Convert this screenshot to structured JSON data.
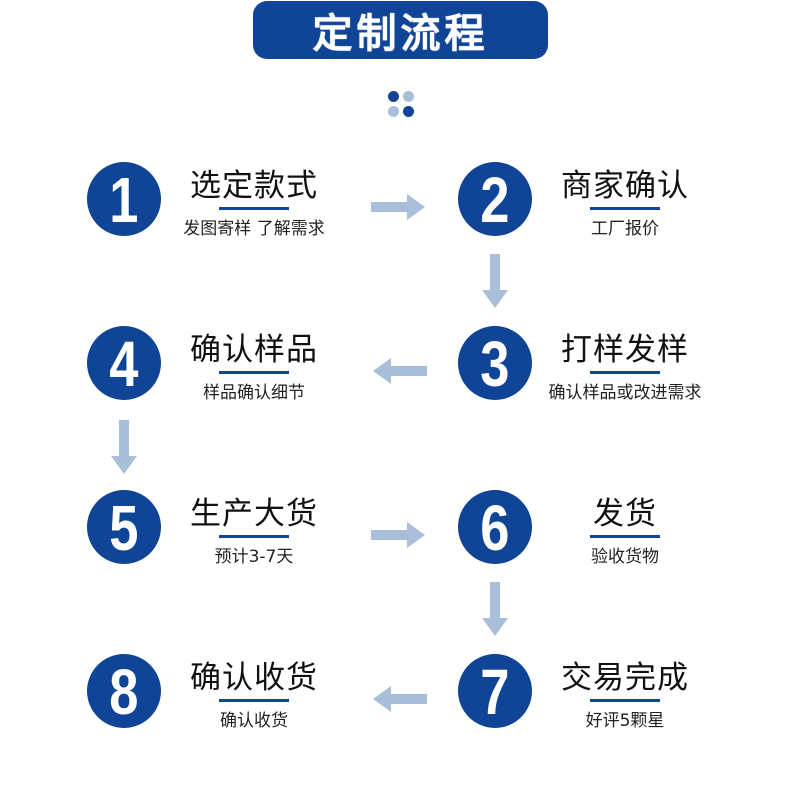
{
  "header": {
    "title": "定制流程"
  },
  "colors": {
    "primary": "#0f4497",
    "arrow": "#a9bfd9",
    "dot_light": "#a9bfd9"
  },
  "steps": [
    {
      "number": "1",
      "title": "选定款式",
      "subtitle": "发图寄样 了解需求"
    },
    {
      "number": "2",
      "title": "商家确认",
      "subtitle": "工厂报价"
    },
    {
      "number": "3",
      "title": "打样发样",
      "subtitle": "确认样品或改进需求"
    },
    {
      "number": "4",
      "title": "确认样品",
      "subtitle": "样品确认细节"
    },
    {
      "number": "5",
      "title": "生产大货",
      "subtitle": "预计3-7天"
    },
    {
      "number": "6",
      "title": "发货",
      "subtitle": "验收货物"
    },
    {
      "number": "7",
      "title": "交易完成",
      "subtitle": "好评5颗星"
    },
    {
      "number": "8",
      "title": "确认收货",
      "subtitle": "确认收货"
    }
  ]
}
